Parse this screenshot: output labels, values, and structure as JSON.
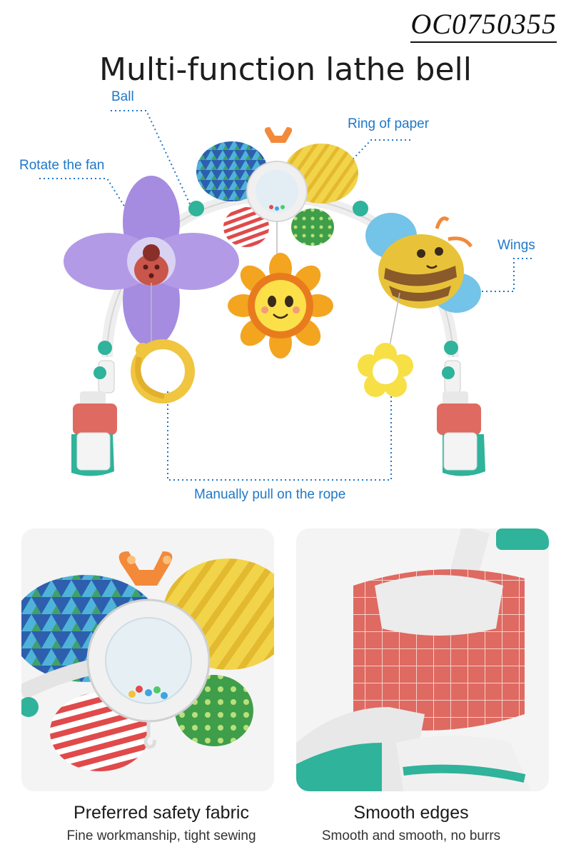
{
  "product_code": "OC0750355",
  "title": "Multi-function lathe bell",
  "callouts": {
    "ball": "Ball",
    "ring_of_paper": "Ring of paper",
    "rotate_fan": "Rotate the fan",
    "wings": "Wings",
    "pull_rope": "Manually pull on the rope"
  },
  "features": [
    {
      "title": "Preferred safety fabric",
      "subtitle": "Fine workmanship, tight sewing"
    },
    {
      "title": "Smooth edges",
      "subtitle": "Smooth and smooth, no burrs"
    }
  ],
  "colors": {
    "callout_blue": "#1f78c8",
    "fan_purple": "#a58ce0",
    "wing_yellow": "#f2d44a",
    "wing_blue_pattern": "#2d5fae",
    "wing_red_stripe": "#e04a4a",
    "wing_green_dot": "#3f9e4a",
    "sunflower_orange": "#f3a51f",
    "bee_yellow": "#e8c33a",
    "bee_wing_blue": "#74c3e8",
    "clip_red": "#de6a62",
    "clip_teal": "#2fb39a"
  }
}
